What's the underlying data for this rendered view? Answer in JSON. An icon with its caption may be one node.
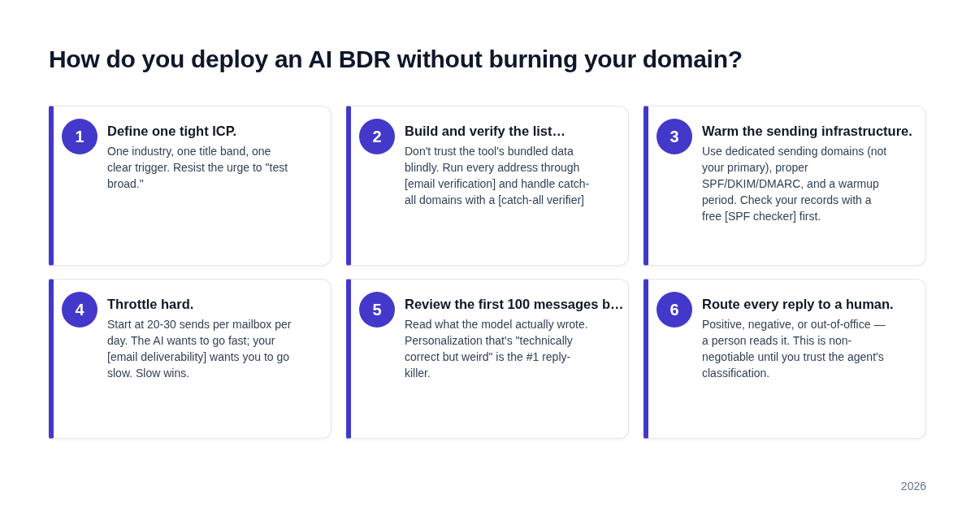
{
  "diagram": {
    "title": "How do you deploy an AI BDR without burning your domain?",
    "nodes": [
      {
        "text": [
          "Define one tight ICP.",
          "One industry, one title band, one clear trigger. Resist the urge to \"test broad.\""
        ]
      },
      {
        "text": [
          "1"
        ],
        "in": 0
      },
      {
        "text": [
          "Build and verify the list…",
          "Don't trust the tool's bundled data blindly. Run every address through [email verification] and handle catch-all domains with a [catch-all verifier]"
        ]
      },
      {
        "text": [
          "2"
        ],
        "in": 2
      },
      {
        "text": [
          "Warm the sending infrastructure.",
          "Use dedicated sending domains (not your primary), proper SPF/DKIM/DMARC, and a warmup period. Check your records with a free [SPF checker] first."
        ]
      },
      {
        "text": [
          "3"
        ],
        "in": 4
      },
      {
        "text": [
          "Throttle hard.",
          "Start at 20-30 sends per mailbox per day. The AI wants to go fast; your [email deliverability] wants you to go slow. Slow wins."
        ]
      },
      {
        "text": [
          "4"
        ],
        "in": 6
      },
      {
        "text": [
          "Review the first 100 messages b…",
          "Read what the model actually wrote. Personalization that's \"technically correct but weird\" is the #1 reply-killer."
        ]
      },
      {
        "text": [
          "5"
        ],
        "in": 8
      },
      {
        "text": [
          "Route every reply to a human.",
          "Positive, negative, or out-of-office — a person reads it. This is non-negotiable until you trust the agent's classification."
        ]
      },
      {
        "text": [
          "6"
        ],
        "in": 10
      }
    ],
    "labels": [
      "2026"
    ]
  }
}
